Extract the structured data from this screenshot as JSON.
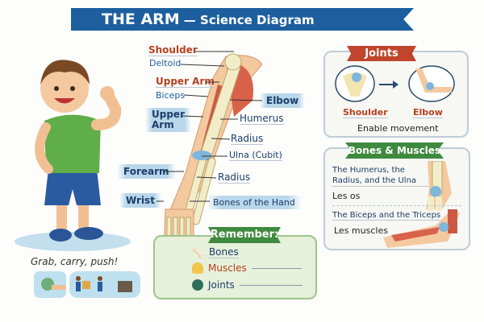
{
  "header": {
    "title_main": "THE ARM",
    "title_sub": "— Science Diagram"
  },
  "colors": {
    "banner": "#1d5f9e",
    "label_red": "#b8401f",
    "label_blue": "#1c3d6b",
    "green": "#3e8a3e",
    "joints_red": "#c0452c"
  },
  "arm_labels": {
    "shoulder": "Shoulder",
    "deltoid": "Deltoid",
    "upper_arm_red": "Upper Arm",
    "biceps": "Biceps",
    "upper_arm_line1": "Upper",
    "upper_arm_line2": "Arm",
    "elbow": "Elbow",
    "humerus": "Humerus",
    "radius_1": "Radius",
    "ulna": "Ulna (Cubit)",
    "forearm": "Forearm",
    "radius_2": "Radius",
    "wrist": "Wrist",
    "hand_bones": "Bones of the Hand"
  },
  "boy": {
    "caption": "Grab, carry, push!"
  },
  "remember": {
    "title": "Remember:",
    "items": [
      {
        "label": "Bones",
        "icon": "bone-icon"
      },
      {
        "label": "Muscles",
        "icon": "muscle-icon"
      },
      {
        "label": "Joints",
        "icon": "joint-icon"
      }
    ]
  },
  "joints": {
    "title": "Joints",
    "shoulder": "Shoulder",
    "elbow": "Elbow",
    "caption": "Enable movement"
  },
  "bones_muscles": {
    "title": "Bones & Muscles",
    "bones_text": "The Humerus, the Radius, and the Ulna",
    "bones_label": "Les os",
    "muscles_text": "The Biceps and the Triceps",
    "muscles_label": "Les muscles"
  }
}
